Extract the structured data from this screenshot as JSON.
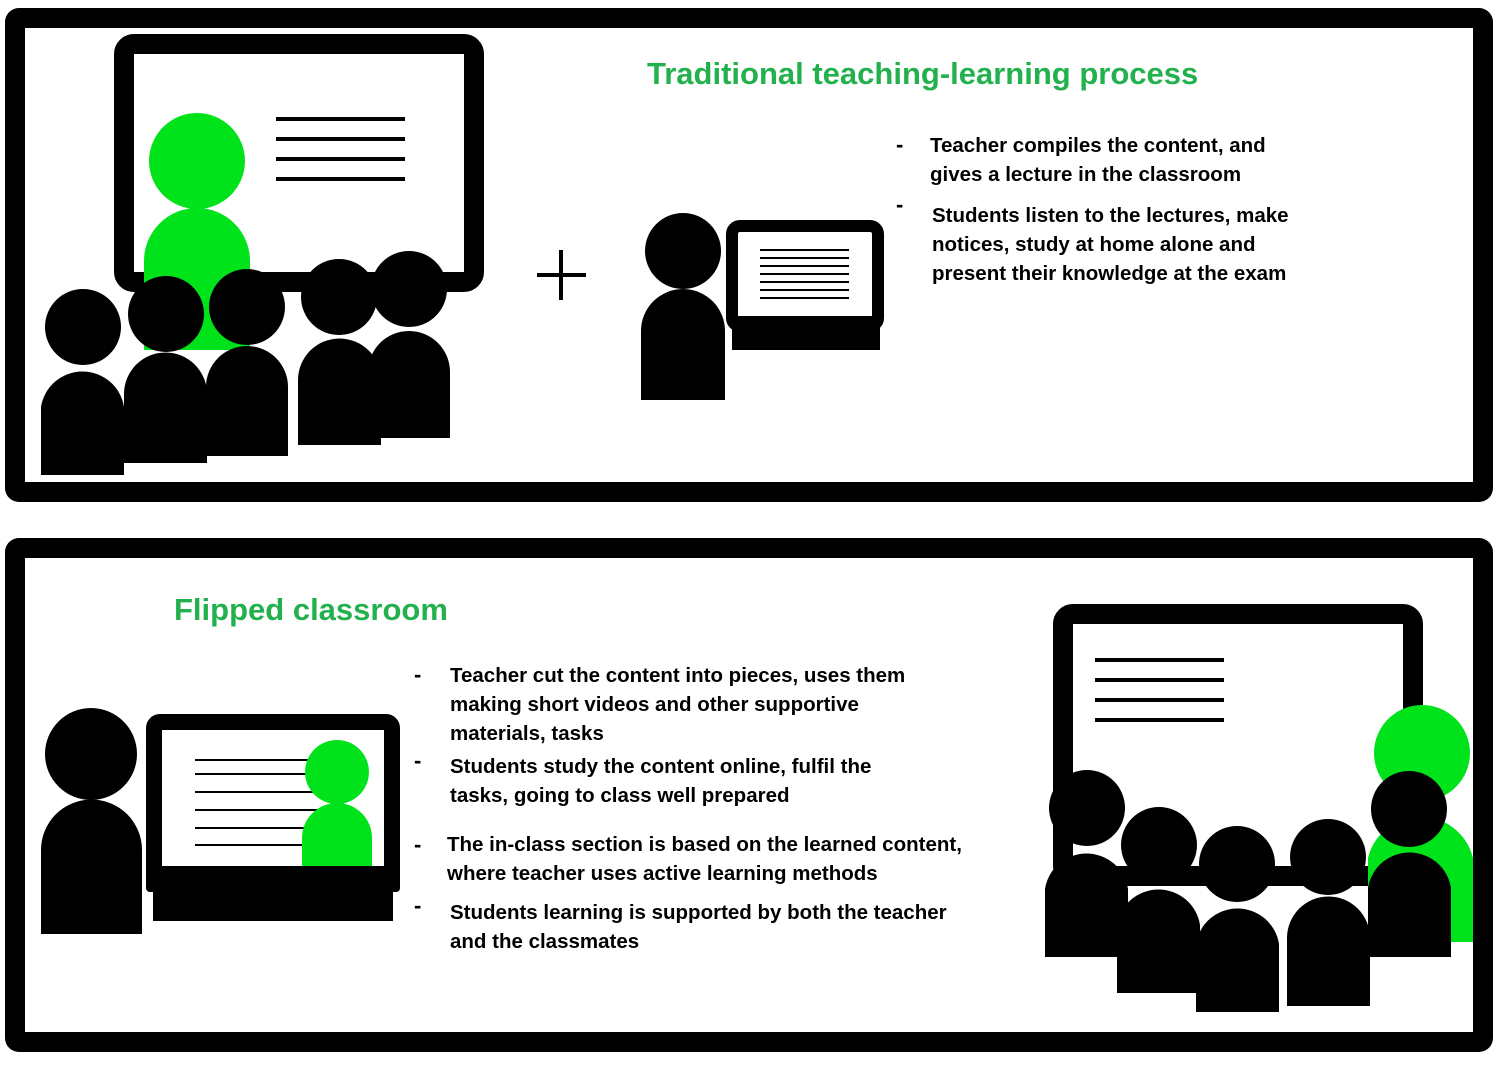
{
  "traditional": {
    "title": "Traditional teaching-learning process",
    "plus_symbol": "+",
    "bullets": [
      {
        "lines": [
          "Teacher compiles the content, and",
          "gives a lecture in the classroom"
        ]
      },
      {
        "lines": [
          "Students listen to the lectures, make",
          "notices, study at home alone and",
          "present their knowledge at the exam"
        ]
      }
    ]
  },
  "flipped": {
    "title": "Flipped classroom",
    "bullets": [
      {
        "lines": [
          "Teacher cut the content into pieces, uses them",
          "making short videos and other supportive",
          "materials, tasks"
        ]
      },
      {
        "lines": [
          "Students study the content online, fulfil the",
          "tasks, going to  class well prepared"
        ]
      },
      {
        "lines": [
          "The in-class section is based on the learned content,",
          "where teacher uses active learning methods"
        ]
      },
      {
        "lines": [
          "Students learning is supported by both the teacher",
          "and the classmates"
        ]
      }
    ]
  },
  "bullet_marker": "-",
  "colors": {
    "accent_green": "#22b14c",
    "figure_green": "#00e31a",
    "figure_black": "#000000",
    "border": "#000000"
  },
  "icons": [
    "classroom-board-icon",
    "teacher-figure-icon",
    "student-figure-icon",
    "laptop-icon",
    "plus-icon"
  ]
}
